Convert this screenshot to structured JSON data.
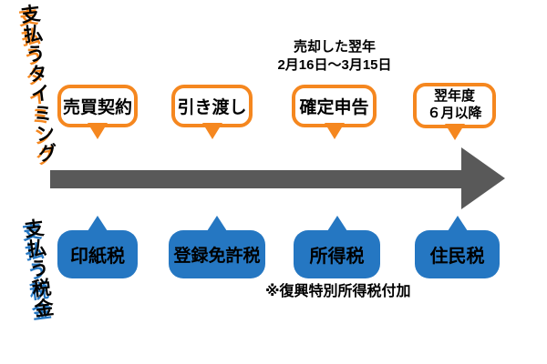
{
  "left_labels": {
    "top": "支払うタイミング",
    "bottom": "支払う税金"
  },
  "timeline": {
    "annotation": {
      "line1": "売却した翌年",
      "line2": "2月16日～3月15日"
    },
    "events": [
      {
        "label": "売買契約"
      },
      {
        "label": "引き渡し"
      },
      {
        "label": "確定申告"
      },
      {
        "line1": "翌年度",
        "line2": "６月以降"
      }
    ],
    "taxes": [
      {
        "label": "印紙税"
      },
      {
        "label": "登録免許税"
      },
      {
        "label": "所得税"
      },
      {
        "label": "住民税"
      }
    ],
    "note": "※復興特別所得税付加"
  },
  "colors": {
    "orange": "#F5871F",
    "blue": "#2577C2",
    "arrow": "#595959"
  }
}
